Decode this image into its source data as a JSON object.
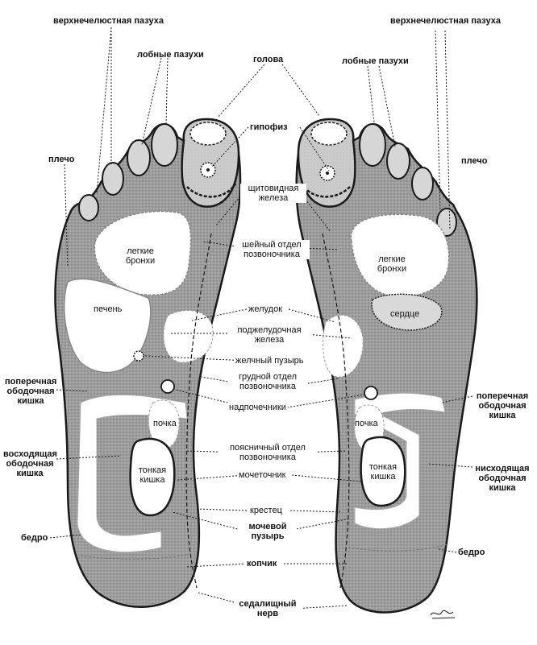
{
  "labels": {
    "maxillary_left": "верхнечелюстная пазуха",
    "maxillary_right": "верхнечелюстная пазуха",
    "frontal_left": "лобные пазухи",
    "frontal_right": "лобные пазухи",
    "head": "голова",
    "pituitary": "гипофиз",
    "shoulder_left": "плечо",
    "shoulder_right": "плечо",
    "thyroid_1": "щитовидная",
    "thyroid_2": "железа",
    "cervical_1": "шейный отдел",
    "cervical_2": "позвоночника",
    "lungs_left_1": "легкие",
    "lungs_left_2": "бронхи",
    "lungs_right_1": "легкие",
    "lungs_right_2": "бронхи",
    "liver": "печень",
    "heart": "сердце",
    "stomach": "желудок",
    "pancreas_1": "поджелудочная",
    "pancreas_2": "железа",
    "gallbladder": "желчный пузырь",
    "thoracic_1": "грудной отдел",
    "thoracic_2": "позвоночника",
    "transverse_left_1": "поперечная",
    "transverse_left_2": "ободочная",
    "transverse_left_3": "кишка",
    "transverse_right_1": "поперечная",
    "transverse_right_2": "ободочная",
    "transverse_right_3": "кишка",
    "adrenals": "надпочечники",
    "kidney_left": "почка",
    "kidney_right": "почка",
    "lumbar_1": "поясничный отдел",
    "lumbar_2": "позвоночника",
    "ascending_1": "восходящая",
    "ascending_2": "ободочная",
    "ascending_3": "кишка",
    "descending_1": "нисходящая",
    "descending_2": "ободочная",
    "descending_3": "кишка",
    "small_int_left_1": "тонкая",
    "small_int_left_2": "кишка",
    "small_int_right_1": "тонкая",
    "small_int_right_2": "кишка",
    "ureter": "мочеточник",
    "sacrum": "крестец",
    "bladder_1": "мочевой",
    "bladder_2": "пузырь",
    "hip_left": "бедро",
    "hip_right": "бедро",
    "coccyx": "копчик",
    "sciatic_1": "седалищный",
    "sciatic_2": "нерв"
  },
  "colors": {
    "outline": "#1a1a1a",
    "zone_dark": "#a8a8a8",
    "zone_mid": "#cfcfcf",
    "zone_light": "#ffffff"
  }
}
